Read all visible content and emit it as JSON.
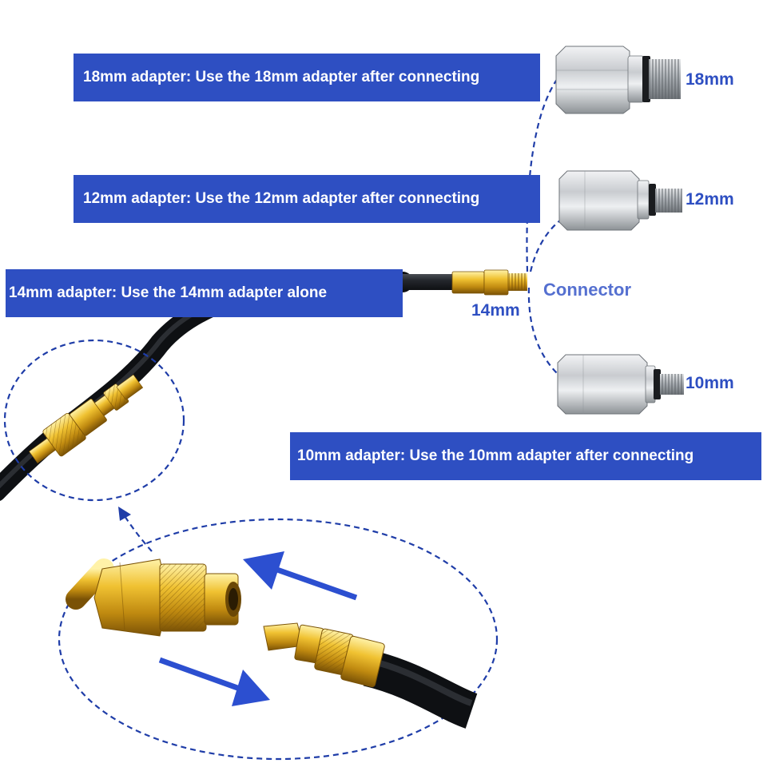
{
  "banners": {
    "adapter_18": "18mm adapter: Use the 18mm adapter after connecting",
    "adapter_12": "12mm adapter: Use the 12mm adapter after connecting",
    "adapter_14": "14mm adapter: Use the 14mm adapter alone",
    "adapter_10": "10mm adapter: Use the 10mm adapter after connecting"
  },
  "labels": {
    "size_18": "18mm",
    "size_12": "12mm",
    "size_14": "14mm",
    "size_10": "10mm",
    "connector": "Connector"
  },
  "colors": {
    "banner_blue": "#2e4fc2",
    "label_blue": "#2e4fc2",
    "connector_label": "#5570d0",
    "dash_line": "#1f3da8",
    "arrow_blue": "#2c4fd0",
    "hose_black": "#1c1f24",
    "brass": "#d6a21e",
    "steel": "#b9bdc2"
  },
  "icons": {
    "adapter_18": "steel-hex-adapter-icon",
    "adapter_12": "steel-hex-adapter-icon",
    "adapter_10": "steel-hex-adapter-icon",
    "connector": "brass-connector-icon",
    "coupler": "brass-quick-coupler-icon",
    "arrows": "direction-arrow-icon"
  }
}
